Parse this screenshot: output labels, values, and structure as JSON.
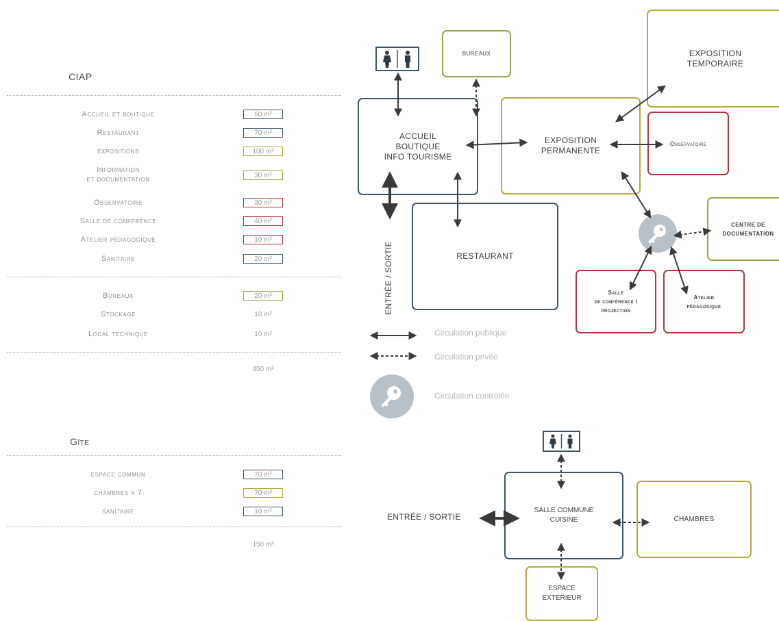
{
  "ciap": {
    "title": "CIAP",
    "rows": [
      {
        "label": "Accueil et boutique",
        "area": "50 m²"
      },
      {
        "label": "Restaurant",
        "area": "70 m²"
      },
      {
        "label": "expositions",
        "area": "100 m²"
      },
      {
        "label": "Information\net documentation",
        "area": "30 m²"
      },
      {
        "label": "Observatoire",
        "area": "30 m²"
      },
      {
        "label": "Salle de conférence",
        "area": "40 m²"
      },
      {
        "label": "Atelier pédagogique",
        "area": "10 m²"
      },
      {
        "label": "Sanitaire",
        "area": "20 m²"
      }
    ],
    "rows2": [
      {
        "label": "Bureaux",
        "area": "20 m²"
      },
      {
        "label": "Stockage",
        "area": "10 m²"
      },
      {
        "label": "Local technique",
        "area": "10 m²"
      }
    ],
    "total": "450 m²"
  },
  "gite": {
    "title": "Gîte",
    "rows": [
      {
        "label": "espace commun",
        "area": "70 m²"
      },
      {
        "label": "chambres x 7",
        "area": "70 m²"
      },
      {
        "label": "sanitaire",
        "area": "10 m²"
      }
    ],
    "total": "150 m²"
  },
  "diagram": {
    "bureaux": "BUREAUX",
    "accueil": "ACCUEIL\nBOUTIQUE\nINFO TOURISME",
    "exposition_permanente": "EXPOSITION\nPERMANENTE",
    "exposition_temporaire": "EXPOSITION\nTEMPORAIRE",
    "observatoire": "Observatoire",
    "restaurant": "RESTAURANT",
    "entree_sortie_vertical": "ENTRÉE / SORTIE",
    "centre_documentation": "CENTRE DE\nDOCUMENTATION",
    "salle_conference": "Salle\nde conférence /\nprojection",
    "atelier": "Atelier\npédagogique",
    "entree_sortie": "ENTRÉE / SORTIE",
    "salle_commune": "SALLE COMMUNE\nCUISINE",
    "chambres": "CHAMBRES",
    "espace_exterieur": "ESPACE\nEXTÉRIEUR"
  },
  "legend": {
    "public": "Circulation publique",
    "privee": "Circulation privée",
    "controlee": "Circulation controlée"
  },
  "colors": {
    "blue": "#3c5567",
    "olive": "#b3aa3a",
    "green": "#9aa44c",
    "red": "#b7323f",
    "key_grey": "#b8c1c8"
  },
  "icons": [
    "toilet-icon",
    "key-icon"
  ]
}
